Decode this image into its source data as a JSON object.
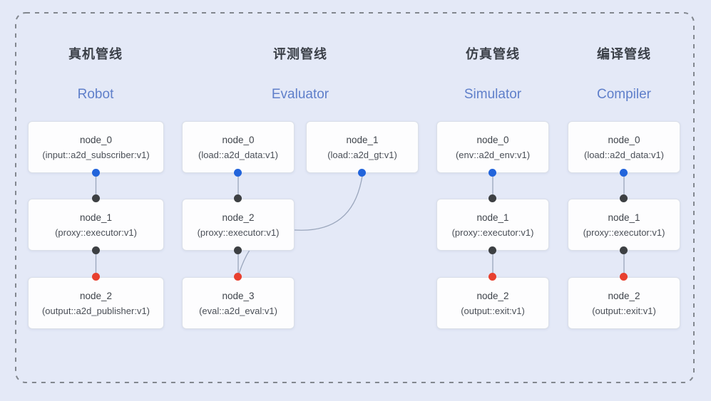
{
  "diagram": {
    "pipelines": [
      {
        "key": "robot",
        "title_zh": "真机管线",
        "title_en": "Robot",
        "nodes": [
          {
            "name": "node_0",
            "detail": "(input::a2d_subscriber:v1)"
          },
          {
            "name": "node_1",
            "detail": "(proxy::executor:v1)"
          },
          {
            "name": "node_2",
            "detail": "(output::a2d_publisher:v1)"
          }
        ]
      },
      {
        "key": "evaluator",
        "title_zh": "评测管线",
        "title_en": "Evaluator",
        "nodes": [
          {
            "name": "node_0",
            "detail": "(load::a2d_data:v1)"
          },
          {
            "name": "node_1",
            "detail": "(load::a2d_gt:v1)"
          },
          {
            "name": "node_2",
            "detail": "(proxy::executor:v1)"
          },
          {
            "name": "node_3",
            "detail": "(eval::a2d_eval:v1)"
          }
        ]
      },
      {
        "key": "simulator",
        "title_zh": "仿真管线",
        "title_en": "Simulator",
        "nodes": [
          {
            "name": "node_0",
            "detail": "(env::a2d_env:v1)"
          },
          {
            "name": "node_1",
            "detail": "(proxy::executor:v1)"
          },
          {
            "name": "node_2",
            "detail": "(output::exit:v1)"
          }
        ]
      },
      {
        "key": "compiler",
        "title_zh": "编译管线",
        "title_en": "Compiler",
        "nodes": [
          {
            "name": "node_0",
            "detail": "(load::a2d_data:v1)"
          },
          {
            "name": "node_1",
            "detail": "(proxy::executor:v1)"
          },
          {
            "name": "node_2",
            "detail": "(output::exit:v1)"
          }
        ]
      }
    ],
    "colors": {
      "background": "#e4e9f7",
      "node_fill": "#fdfdfe",
      "node_border": "#dadfe8",
      "title_zh_color": "#3a3f47",
      "title_en_color": "#5f7fca",
      "port_in": "#2264db",
      "port_mid": "#3d4043",
      "port_out": "#e8402f",
      "edge": "#9aa6bc",
      "dashed_border": "#82878f"
    }
  }
}
